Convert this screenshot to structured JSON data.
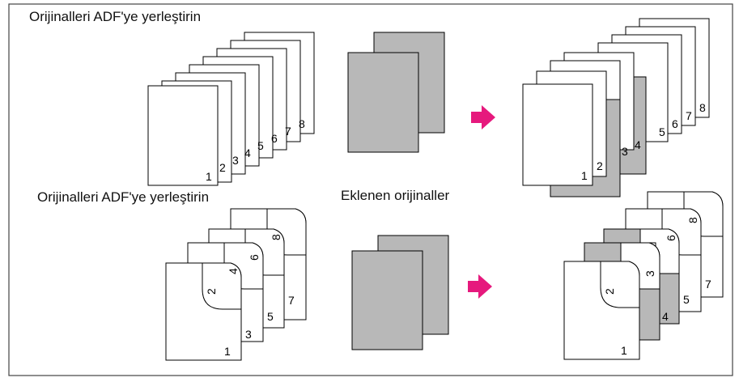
{
  "labels": {
    "top_caption": "Orijinalleri ADF'ye yerleştirin",
    "mid_caption": "Orijinalleri ADF'ye yerleştirin",
    "inserted_caption": "Eklenen orijinaller"
  },
  "top_originals": [
    "1",
    "2",
    "3",
    "4",
    "5",
    "6",
    "7",
    "8"
  ],
  "top_result": [
    "1",
    "2",
    "3",
    "4",
    "5",
    "6",
    "7",
    "8"
  ],
  "bottom_originals": {
    "front_pages": [
      "1",
      "3",
      "5",
      "7"
    ],
    "back_pages": [
      "2",
      "4",
      "6",
      "8"
    ]
  },
  "bottom_result": {
    "front_pages": [
      "1",
      "4",
      "5",
      "7"
    ],
    "back_pages": [
      "2",
      "3",
      "6",
      "8"
    ]
  },
  "colors": {
    "arrow": "#e6197d",
    "inserted_sheet": "#b8b8b8",
    "border": "#444444"
  }
}
